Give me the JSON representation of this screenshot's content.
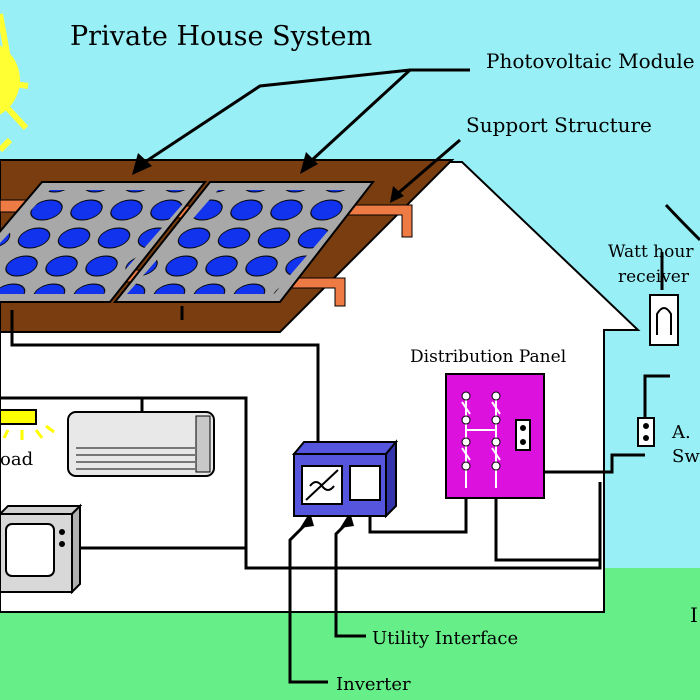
{
  "title": "Private House System",
  "labels": {
    "photovoltaic_modules": "Photovoltaic Module",
    "support_structure": "Support Structure",
    "watt_hour_line1": "Watt hour",
    "watt_hour_line2": "receiver",
    "distribution_panel": "Distribution Panel",
    "load": "oad",
    "ac_switch_line1": "A.",
    "ac_switch_line2": "Sw",
    "utility_interface": "Utility Interface",
    "inverter": "Inverter",
    "edge_right": "I"
  },
  "colors": {
    "sky": "#98eff5",
    "ground": "#66ee88",
    "roof": "#7a3d10",
    "panel_frame": "#a8a8a8",
    "cell": "#1133ee",
    "bracket": "#ee7a44",
    "inverter": "#5555dd",
    "distribution_panel": "#dd11dd",
    "sun": "#ffff33"
  }
}
